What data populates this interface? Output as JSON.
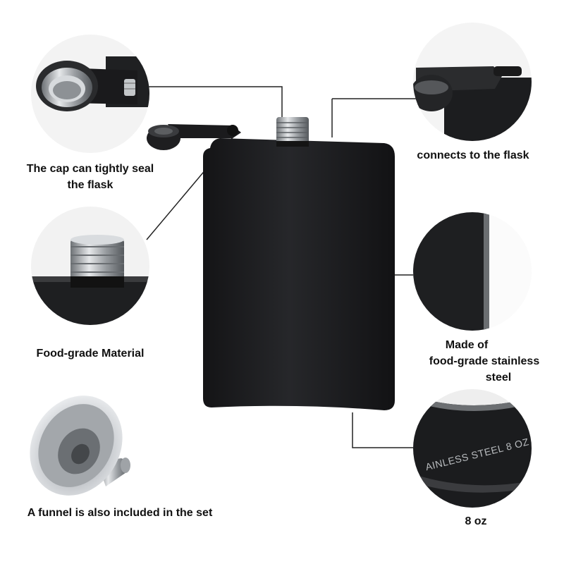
{
  "callouts": {
    "cap_seal": [
      "The cap can tightly seal",
      "the flask"
    ],
    "connects": [
      "connects to the flask"
    ],
    "food_grade": [
      "Food-grade Material"
    ],
    "stainless": [
      "Made of",
      "food-grade stainless",
      "steel"
    ],
    "funnel": [
      "A funnel is also included in the set"
    ],
    "capacity": [
      "8 oz"
    ]
  },
  "engraving": "AINLESS STEEL 8 OZ",
  "colors": {
    "flask": "#1c1c1e",
    "steel": "#b9bcc0",
    "line": "#222222",
    "text": "#111111"
  }
}
